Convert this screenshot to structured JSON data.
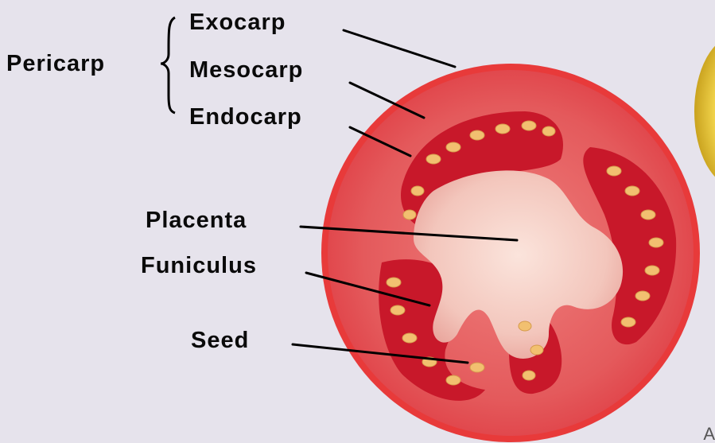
{
  "diagram": {
    "group_label": "Pericarp",
    "layers": {
      "exocarp": "Exocarp",
      "mesocarp": "Mesocarp",
      "endocarp": "Endocarp"
    },
    "parts": {
      "placenta": "Placenta",
      "funiculus": "Funiculus",
      "seed": "Seed"
    },
    "corner_mark": "A"
  },
  "colors": {
    "background": "#e6e3ec",
    "skin": "#e83a3a",
    "mesocarp_flesh": "#e0565a",
    "locule": "#c8182a",
    "placenta": "#f6cfc6",
    "seed": "#f2c070",
    "leader_line": "#000000"
  }
}
